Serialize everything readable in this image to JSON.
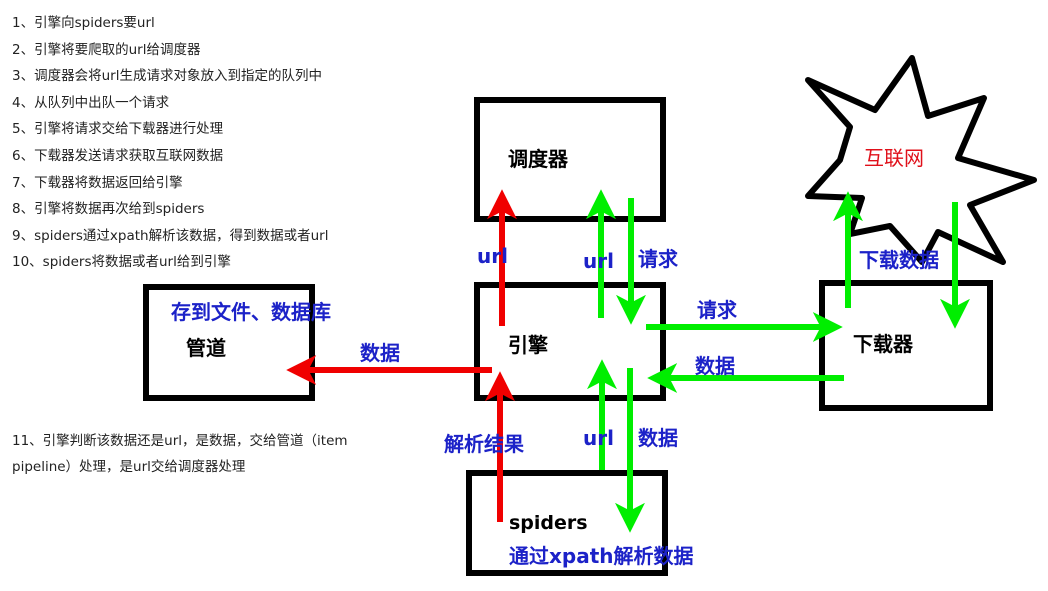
{
  "steps": [
    "1、引擎向spiders要url",
    "2、引擎将要爬取的url给调度器",
    "3、调度器会将url生成请求对象放入到指定的队列中",
    "4、从队列中出队一个请求",
    "5、引擎将请求交给下载器进行处理",
    "6、下载器发送请求获取互联网数据",
    "7、下载器将数据返回给引擎",
    "8、引擎将数据再次给到spiders",
    "9、spiders通过xpath解析该数据，得到数据或者url",
    "10、spiders将数据或者url给到引擎"
  ],
  "note": "11、引擎判断该数据还是url，是数据，交给管道（item pipeline）处理，是url交给调度器处理",
  "nodes": {
    "scheduler": "调度器",
    "engine": "引擎",
    "pipeline": "管道",
    "pipeline_caption": "存到文件、数据库",
    "downloader": "下载器",
    "internet": "互联网",
    "spiders": "spiders",
    "spiders_caption": "通过xpath解析数据"
  },
  "edges": {
    "engine_to_scheduler": "url",
    "scheduler_url": "url",
    "scheduler_request": "请求",
    "engine_to_downloader": "请求",
    "downloader_to_engine": "数据",
    "downloader_fetch": "下载数据",
    "engine_to_pipeline": "数据",
    "spiders_result": "解析结果",
    "spiders_url": "url",
    "spiders_data": "数据"
  },
  "colors": {
    "red_arrow": "#f00000",
    "green_arrow": "#00ee00",
    "blue_text": "#1c22c8",
    "red_text": "#e0101a"
  }
}
